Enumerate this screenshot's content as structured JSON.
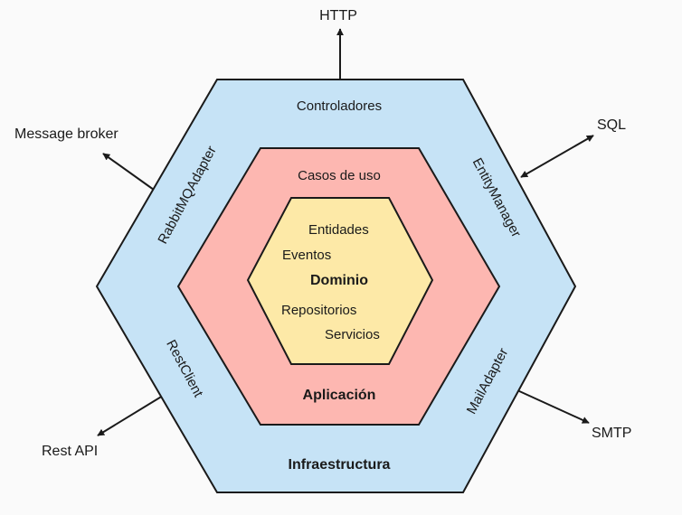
{
  "diagram": {
    "colors": {
      "infra_fill": "#c6e3f6",
      "app_fill": "#fdb7b1",
      "domain_fill": "#fde9a7",
      "stroke": "#1a1a1a",
      "background": "#fafafa"
    },
    "layers": {
      "infrastructure": {
        "title": "Infraestructura",
        "top": "Controladores",
        "upper_left": "RabbitMQAdapter",
        "upper_right": "EntityManager",
        "lower_left": "RestClient",
        "lower_right": "MailAdapter"
      },
      "application": {
        "title": "Aplicación",
        "top": "Casos de uso"
      },
      "domain": {
        "title": "Dominio",
        "items": [
          "Entidades",
          "Eventos",
          "Repositorios",
          "Servicios"
        ]
      }
    },
    "external": {
      "http": "HTTP",
      "message_broker": "Message broker",
      "sql": "SQL",
      "rest_api": "Rest API",
      "smtp": "SMTP"
    }
  }
}
